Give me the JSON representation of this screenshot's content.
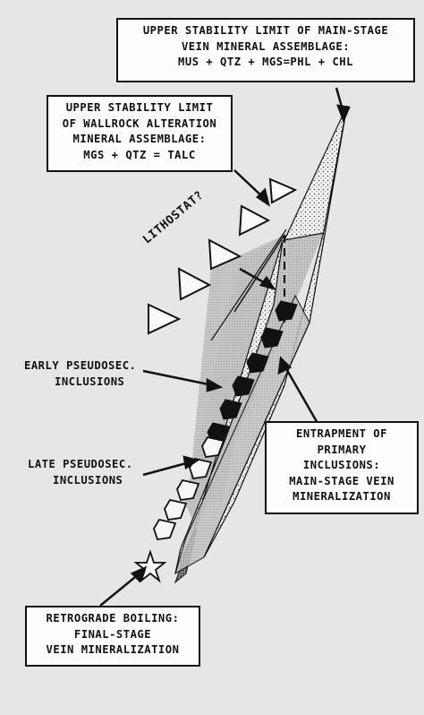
{
  "boxes": {
    "main_stage": {
      "lines": [
        "UPPER STABILITY LIMIT OF MAIN-STAGE",
        "VEIN MINERAL ASSEMBLAGE:",
        "MUS + QTZ + MGS=PHL + CHL"
      ]
    },
    "wallrock": {
      "lines": [
        "UPPER STABILITY LIMIT",
        "OF WALLROCK ALTERATION",
        "MINERAL ASSEMBLAGE:",
        "MGS + QTZ = TALC"
      ]
    },
    "entrapment": {
      "lines": [
        "ENTRAPMENT OF",
        "PRIMARY",
        "INCLUSIONS:",
        "MAIN-STAGE VEIN",
        "MINERALIZATION"
      ]
    },
    "retrograde": {
      "lines": [
        "RETROGRADE BOILING:",
        "FINAL-STAGE",
        "VEIN MINERALIZATION"
      ]
    }
  },
  "labels": {
    "lithostat": "LITHOSTAT?",
    "early_pseudosec": [
      "EARLY PSEUDOSEC.",
      "INCLUSIONS"
    ],
    "late_pseudosec": [
      "LATE PSEUDOSEC.",
      "INCLUSIONS"
    ]
  },
  "colors": {
    "ink": "#111111",
    "box_fill": "#fdfdfb",
    "band_gray": "#bdbdbb",
    "band_light": "#dcdcda"
  }
}
